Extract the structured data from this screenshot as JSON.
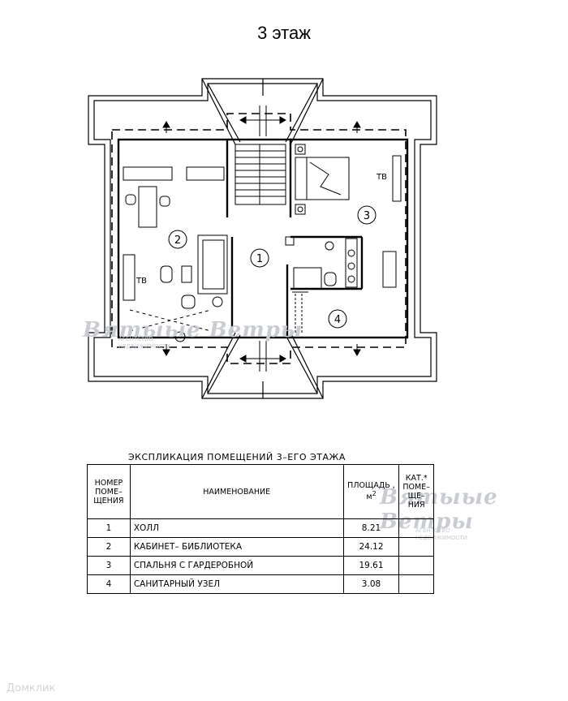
{
  "page": {
    "title": "3 этаж"
  },
  "plan": {
    "rooms": [
      {
        "number": "1"
      },
      {
        "number": "2"
      },
      {
        "number": "3"
      },
      {
        "number": "4"
      }
    ],
    "tv_labels": [
      "ТВ",
      "ТВ"
    ]
  },
  "watermark": {
    "brand": "Вятыые Ветры",
    "agency_line1": "АГЕНТСТВО",
    "agency_line2": "НЕДВИЖИМОСТИ"
  },
  "explication": {
    "title": "ЭКСПЛИКАЦИЯ ПОМЕЩЕНИЙ 3–ЕГО ЭТАЖА",
    "headers": {
      "number": "НОМЕР ПОМЕ– ЩЕНИЯ",
      "name": "НАИМЕНОВАНИЕ",
      "area": "ПЛОЩАДЬ , м",
      "area_sup": "2",
      "category": "КАТ.* ПОМЕ– ЩЕ– НИЯ"
    },
    "rows": [
      {
        "number": "1",
        "name": "ХОЛЛ",
        "area": "8.21",
        "category": ""
      },
      {
        "number": "2",
        "name": "КАБИНЕТ– БИБЛИОТЕКА",
        "area": "24.12",
        "category": ""
      },
      {
        "number": "3",
        "name": "СПАЛЬНЯ С ГАРДЕРОБНОЙ",
        "area": "19.61",
        "category": ""
      },
      {
        "number": "4",
        "name": "САНИТАРНЫЙ УЗЕЛ",
        "area": "3.08",
        "category": ""
      }
    ]
  },
  "footer": {
    "brand": "Домклик"
  }
}
